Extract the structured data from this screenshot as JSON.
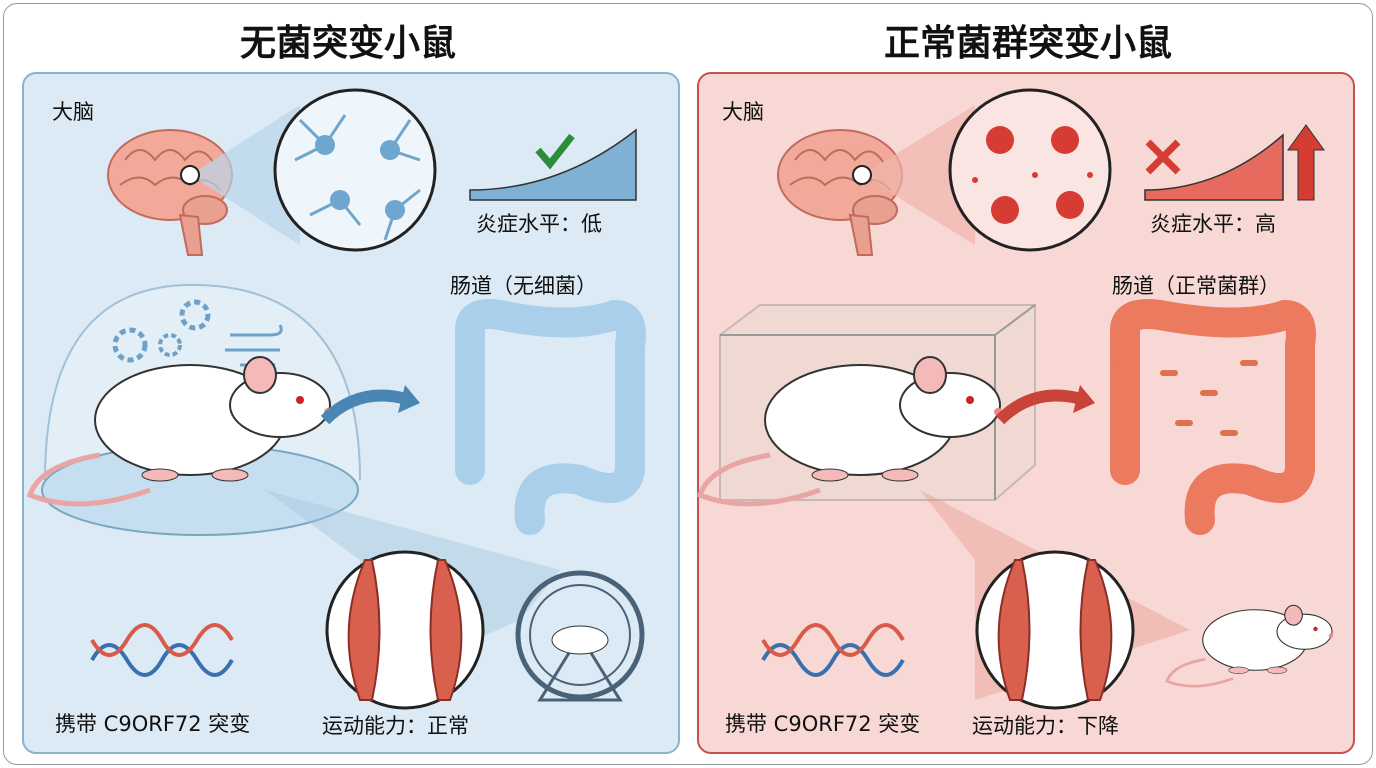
{
  "left": {
    "title": "无菌突变小鼠",
    "brain_label": "大脑",
    "inflammation": "炎症水平：低",
    "gut": "肠道（无细菌）",
    "gene": "携带 C9ORF72 突变",
    "motor": "运动能力：正常",
    "accent": "#5b9cc4"
  },
  "right": {
    "title": "正常菌群突变小鼠",
    "brain_label": "大脑",
    "inflammation": "炎症水平：高",
    "gut": "肠道（正常菌群）",
    "gene": "携带 C9ORF72 突变",
    "motor": "运动能力：下降",
    "accent": "#d9473f"
  }
}
